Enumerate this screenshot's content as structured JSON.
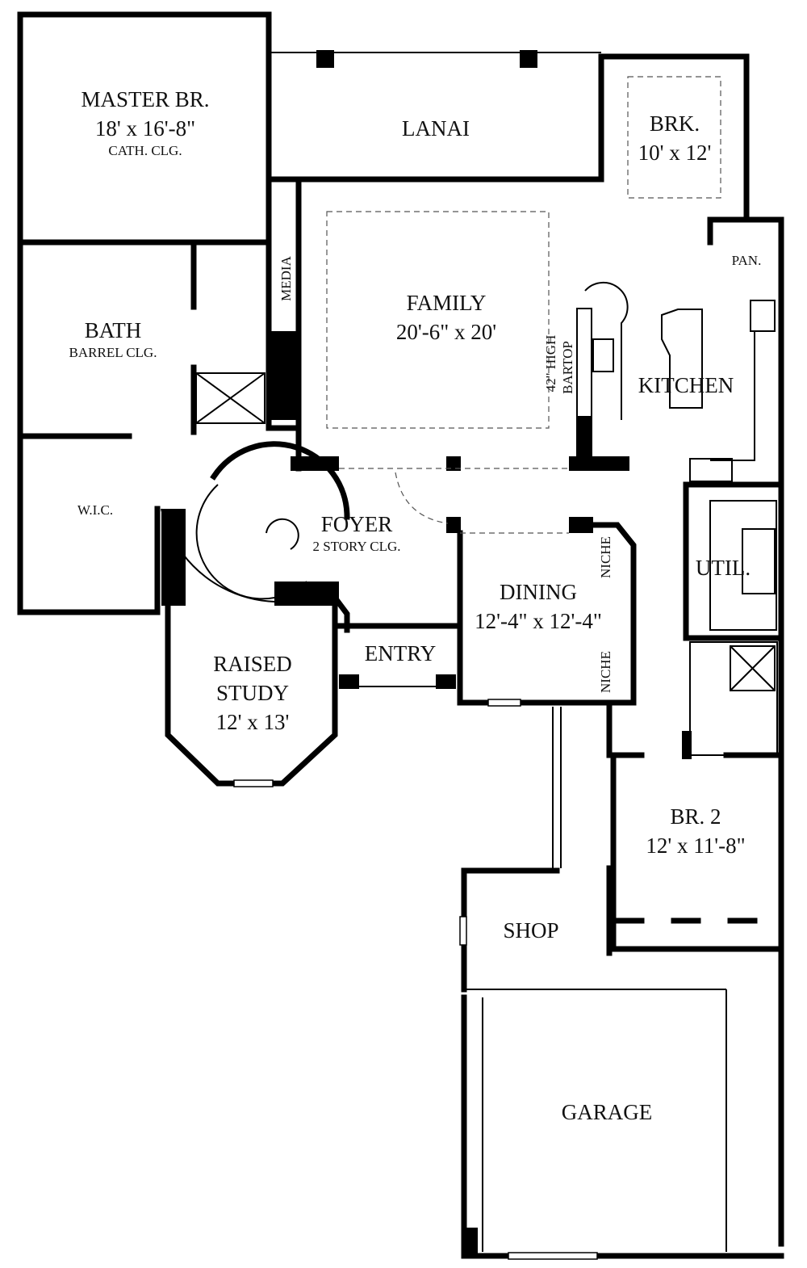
{
  "rooms": {
    "master": {
      "name": "MASTER BR.",
      "size": "18' x 16'-8\"",
      "note": "CATH. CLG."
    },
    "lanai": {
      "name": "LANAI"
    },
    "brk": {
      "name": "BRK.",
      "size": "10' x 12'"
    },
    "media": {
      "name": "MEDIA"
    },
    "family": {
      "name": "FAMILY",
      "size": "20'-6\" x 20'"
    },
    "bartop": {
      "line1": "42\" HIGH",
      "line2": "BARTOP"
    },
    "kitchen": {
      "name": "KITCHEN"
    },
    "pantry": {
      "name": "PAN."
    },
    "bath": {
      "name": "BATH",
      "note": "BARREL CLG."
    },
    "wic": {
      "name": "W.I.C."
    },
    "foyer": {
      "name": "FOYER",
      "note": "2 STORY CLG."
    },
    "dining": {
      "name": "DINING",
      "size": "12'-4\" x 12'-4\""
    },
    "niche1": {
      "name": "NICHE"
    },
    "niche2": {
      "name": "NICHE"
    },
    "util": {
      "name": "UTIL."
    },
    "entry": {
      "name": "ENTRY"
    },
    "study": {
      "name": "RAISED",
      "name2": "STUDY",
      "size": "12' x 13'"
    },
    "br2": {
      "name": "BR. 2",
      "size": "12' x 11'-8\""
    },
    "shop": {
      "name": "SHOP"
    },
    "garage": {
      "name": "GARAGE"
    }
  }
}
